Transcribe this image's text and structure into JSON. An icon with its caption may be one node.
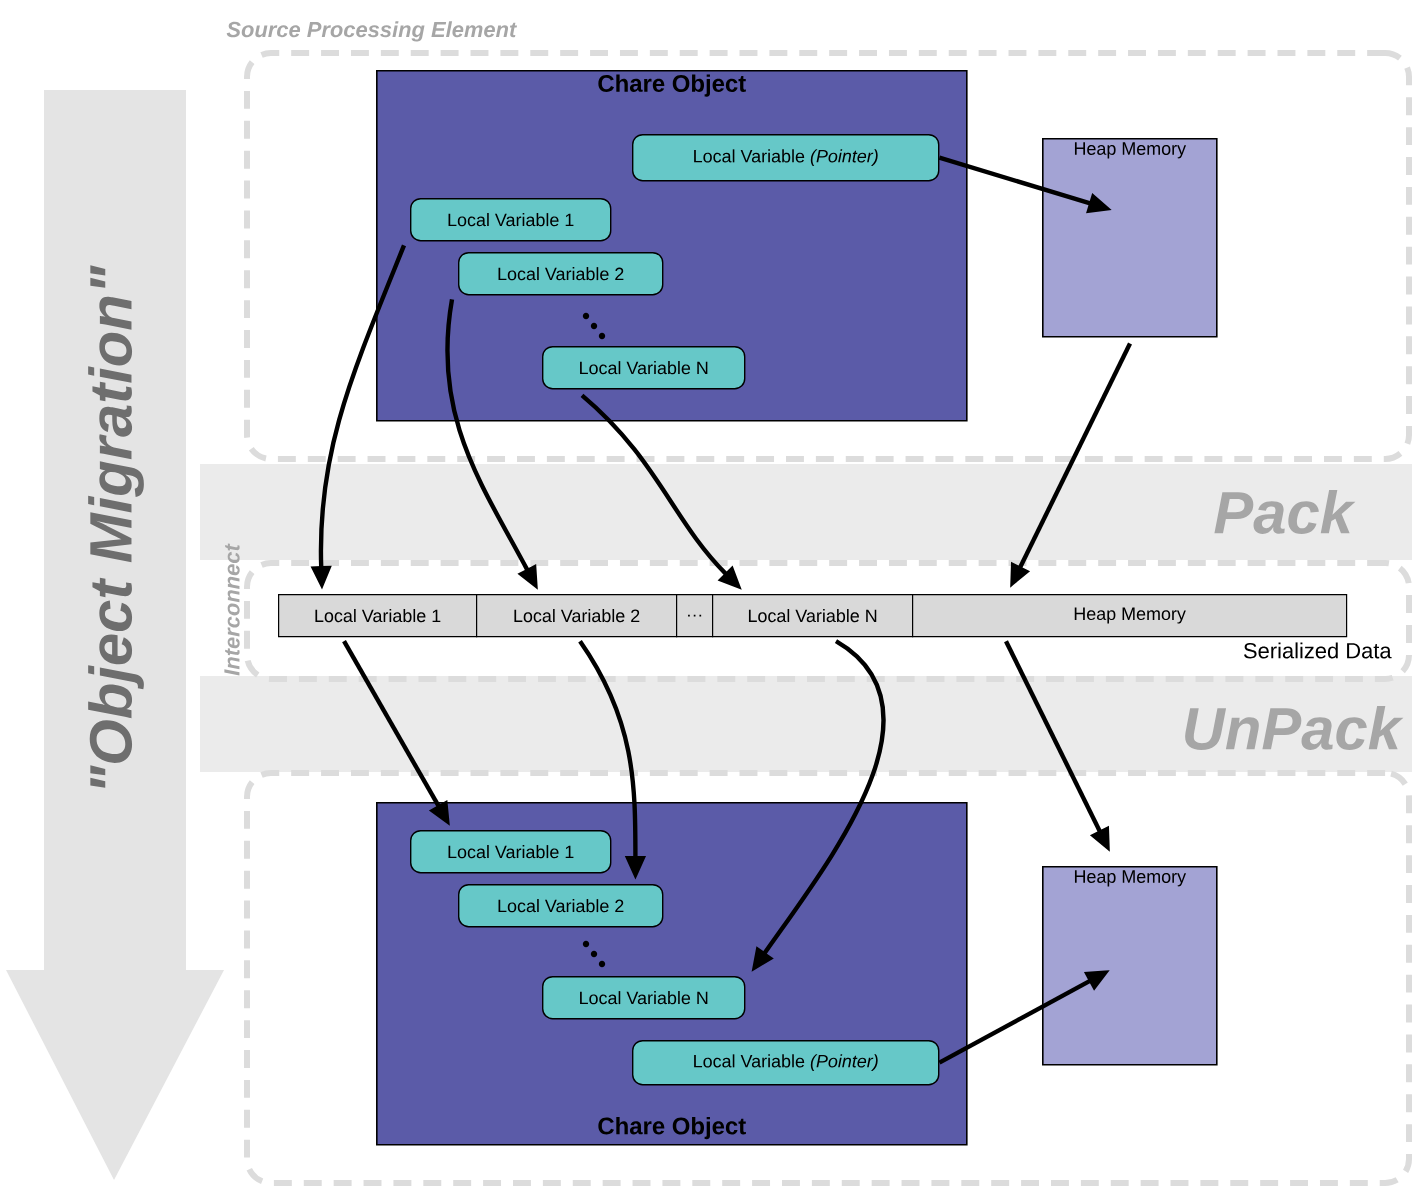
{
  "diagram": {
    "nodes": [
      {
        "text": [
          "Source Processing Element"
        ]
      },
      {
        "text": [
          "Chare Object"
        ],
        "in": 0
      },
      {
        "text": [
          "Local Variable *(Pointer)*"
        ],
        "in": 1
      },
      {
        "text": [
          "Local Variable 1"
        ],
        "in": 1
      },
      {
        "text": [
          "Local Variable 2"
        ],
        "in": 1
      },
      {
        "text": [
          "Local Variable N"
        ],
        "in": 1
      },
      {
        "text": [
          "Heap Memory"
        ],
        "in": 0
      },
      {
        "text": [
          "Interconnect"
        ]
      },
      {
        "text": [
          "Local Variable 1"
        ],
        "in": 7
      },
      {
        "text": [
          "Local Variable 2"
        ],
        "in": 7
      },
      {
        "text": [
          "…"
        ],
        "in": 7
      },
      {
        "text": [
          "Local Variable N"
        ],
        "in": 7
      },
      {
        "text": [
          "Heap Memory"
        ],
        "in": 7
      },
      {
        "text": [],
        "shape": "box"
      },
      {
        "text": [
          "Chare Object"
        ],
        "in": 13
      },
      {
        "text": [
          "Local Variable 1"
        ],
        "in": 14
      },
      {
        "text": [
          "Local Variable 2"
        ],
        "in": 14
      },
      {
        "text": [
          "Local Variable N"
        ],
        "in": 14
      },
      {
        "text": [
          "Local Variable *(Pointer)*"
        ],
        "in": 14
      },
      {
        "text": [
          "Heap Memory"
        ],
        "in": 13
      }
    ],
    "edges": [
      {
        "from": 2,
        "to": 6,
        "arrow": "to"
      },
      {
        "from": 3,
        "to": 8,
        "arrow": "to"
      },
      {
        "from": 4,
        "to": 9,
        "arrow": "to"
      },
      {
        "from": 5,
        "to": 11,
        "arrow": "to"
      },
      {
        "from": 6,
        "to": 12,
        "arrow": "to"
      },
      {
        "from": 8,
        "to": 15,
        "arrow": "to"
      },
      {
        "from": 9,
        "to": 16,
        "arrow": "to"
      },
      {
        "from": 11,
        "to": 17,
        "arrow": "to"
      },
      {
        "from": 12,
        "to": 19,
        "arrow": "to"
      },
      {
        "from": 18,
        "to": 19,
        "arrow": "to"
      }
    ],
    "labels": [
      "\"Object Migration\"",
      "Pack",
      "Serialized Data",
      "UnPack"
    ]
  }
}
